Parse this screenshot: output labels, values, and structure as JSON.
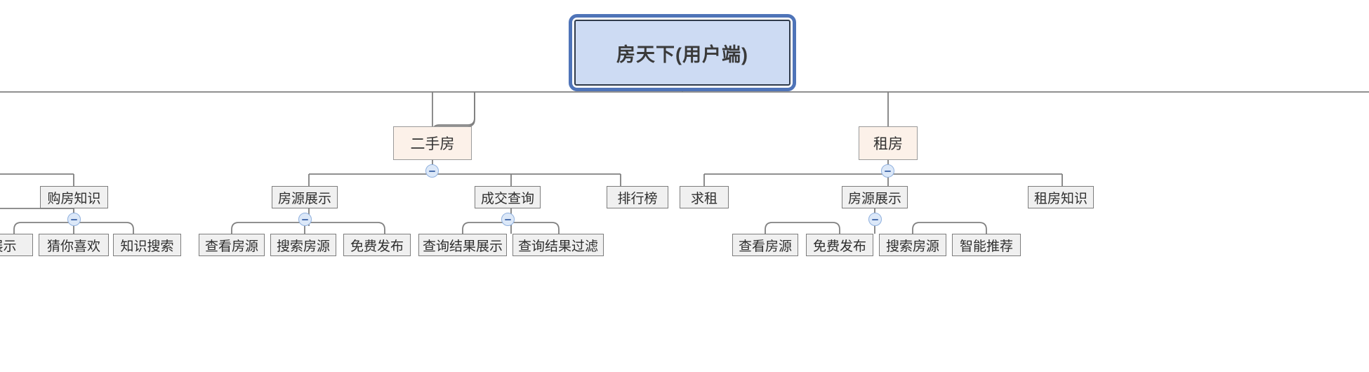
{
  "diagram": {
    "type": "mindmap-tree",
    "title": "房天下(用户端)",
    "orientation": "top-down",
    "colors": {
      "root_fill": "#cddbf3",
      "root_border": "#2f3a4a",
      "selection_frame": "#4f74b8",
      "category_fill": "#fcf1e9",
      "category_border": "#9a9a9a",
      "node_fill": "#f0f0f0",
      "node_border": "#7d7d7d",
      "edge": "#808080",
      "toggle_fill": "#dce8f8",
      "toggle_border": "#8fb0de",
      "toggle_glyph": "#4a6fae",
      "canvas": "#ffffff"
    }
  },
  "root": {
    "label": "房天下(用户端)",
    "selected": true
  },
  "nodes": {
    "level2": [
      {
        "id": "ershoufang",
        "label": "二手房"
      },
      {
        "id": "zufang",
        "label": "租房"
      }
    ],
    "level3": [
      {
        "id": "goufangzhishi",
        "label": "购房知识"
      },
      {
        "id": "fangyuanzhanshi_1",
        "label": "房源展示"
      },
      {
        "id": "chengjiaochaxun",
        "label": "成交查询"
      },
      {
        "id": "paihangbang",
        "label": "排行榜"
      },
      {
        "id": "qiuzu",
        "label": "求租"
      },
      {
        "id": "fangyuanzhanshi_2",
        "label": "房源展示"
      },
      {
        "id": "zufangzhishi",
        "label": "租房知识"
      }
    ],
    "level4": [
      {
        "id": "zhanshi",
        "label": "展示",
        "clipped": true
      },
      {
        "id": "caiyyouxihuan",
        "label": "猜你喜欢"
      },
      {
        "id": "zhishisousuo",
        "label": "知识搜索"
      },
      {
        "id": "chakanfangyuan_1",
        "label": "查看房源"
      },
      {
        "id": "sousuofangyuan_1",
        "label": "搜索房源"
      },
      {
        "id": "mianfeifabu_1",
        "label": "免费发布"
      },
      {
        "id": "chaxunjieguozhanshi",
        "label": "查询结果展示"
      },
      {
        "id": "chaxunjieguoguolv",
        "label": "查询结果过滤"
      },
      {
        "id": "chakanfangyuan_2",
        "label": "查看房源"
      },
      {
        "id": "mianfeifabu_2",
        "label": "免费发布"
      },
      {
        "id": "sousuofangyuan_2",
        "label": "搜索房源"
      },
      {
        "id": "zhinengtuijian",
        "label": "智能推荐"
      }
    ]
  },
  "toggles": [
    {
      "id": "toggle-ershoufang",
      "state": "expanded",
      "glyph": "minus"
    },
    {
      "id": "toggle-zufang",
      "state": "expanded",
      "glyph": "minus"
    },
    {
      "id": "toggle-goufangzhishi",
      "state": "expanded",
      "glyph": "minus"
    },
    {
      "id": "toggle-fangyuanzhanshi-1",
      "state": "expanded",
      "glyph": "minus"
    },
    {
      "id": "toggle-chengjiaochaxun",
      "state": "expanded",
      "glyph": "minus"
    },
    {
      "id": "toggle-fangyuanzhanshi-2",
      "state": "expanded",
      "glyph": "minus"
    }
  ]
}
